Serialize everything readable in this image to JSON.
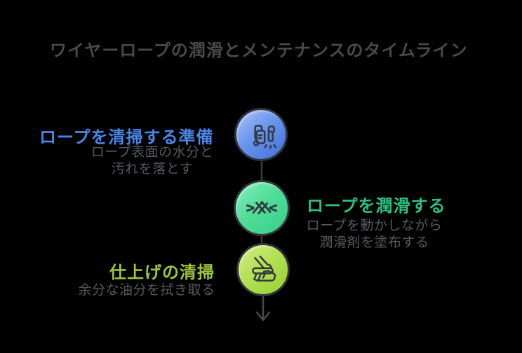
{
  "title": "ワイヤーロープの潤滑とメンテナンスのタイムライン",
  "steps": [
    {
      "title": "ロープを清掃する準備",
      "subtitle_lines": [
        "ロープ表面の水分と",
        "汚れを落とす"
      ],
      "accent_color": "#4a86e8",
      "icon": "pressure-washer-icon",
      "badge_colors": [
        "#a9c6f8",
        "#3f70dc"
      ],
      "text_side": "left"
    },
    {
      "title": "ロープを潤滑する",
      "subtitle_lines": [
        "ロープを動かしながら",
        "潤滑剤を塗布する"
      ],
      "accent_color": "#2fbf82",
      "icon": "twisted-rope-icon",
      "badge_colors": [
        "#86eebc",
        "#35cf85"
      ],
      "text_side": "right"
    },
    {
      "title": "仕上げの清掃",
      "subtitle_lines": [
        "余分な油分を拭き取る"
      ],
      "accent_color": "#9dc73b",
      "icon": "cleaning-brush-icon",
      "badge_colors": [
        "#d2ee86",
        "#97d02f"
      ],
      "text_side": "left"
    }
  ],
  "timeline": {
    "connector_color": "#3c3c3c",
    "arrow_color": "#4a4a4a",
    "end_marker": "arrow-down"
  },
  "colors": {
    "background": "#000000",
    "title": "#4a4a4a",
    "subtitle": "#565a5d",
    "badge_ring": "#31363b",
    "icon_stroke": "#333940"
  }
}
